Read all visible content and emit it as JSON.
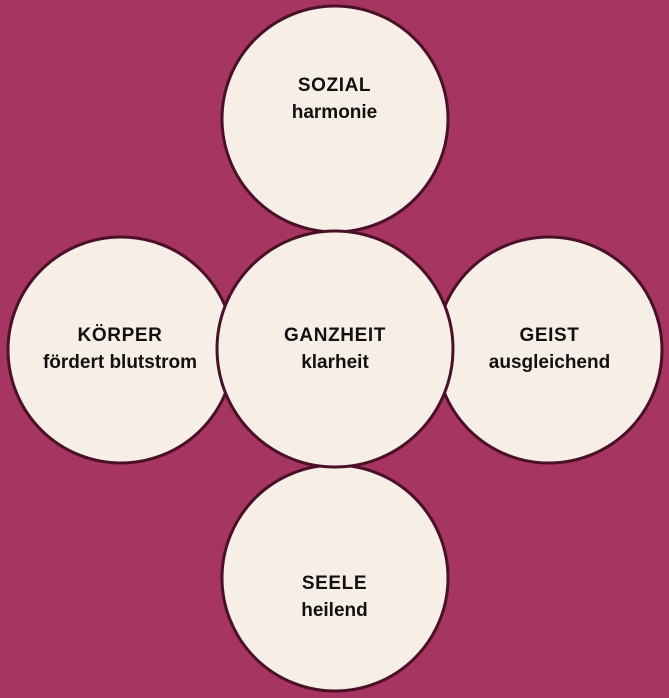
{
  "diagram": {
    "type": "venn-flower",
    "background_color": "#A63561",
    "circle_fill_color": "#F7EFE5",
    "circle_stroke_color": "#4A1028",
    "text_color": "#111111",
    "center": {
      "title": "GANZHEIT",
      "subtitle": "klarheit"
    },
    "petals": [
      {
        "position": "top",
        "title": "SOZIAL",
        "subtitle": "harmonie"
      },
      {
        "position": "left",
        "title": "KÖRPER",
        "subtitle": "fördert blutstrom"
      },
      {
        "position": "right",
        "title": "GEIST",
        "subtitle": "ausgleichend"
      },
      {
        "position": "bottom",
        "title": "SEELE",
        "subtitle": "heilend"
      }
    ]
  }
}
